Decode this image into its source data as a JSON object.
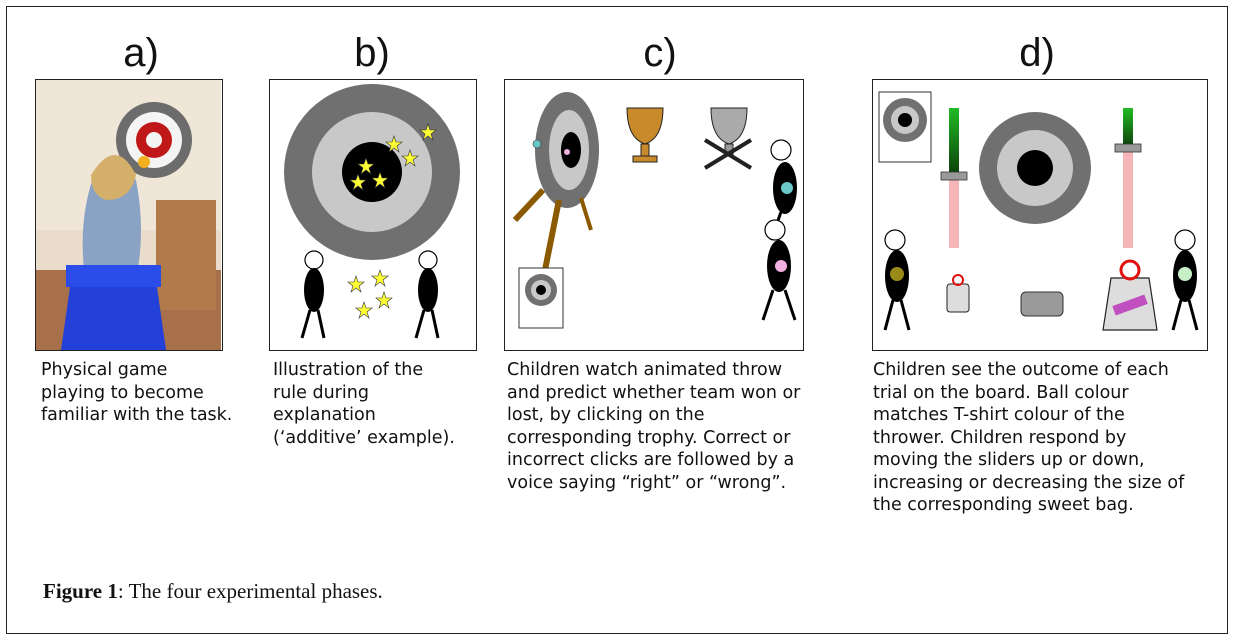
{
  "panels": [
    {
      "letter": "a)",
      "caption_lines": [
        "Physical game",
        "playing to become",
        "familiar with the task."
      ]
    },
    {
      "letter": "b)",
      "caption_lines": [
        "Illustration of the",
        "rule during",
        "explanation",
        "(‘additive’ example)."
      ]
    },
    {
      "letter": "c)",
      "caption_lines": [
        "Children watch animated throw",
        "and predict whether team won or",
        "lost, by clicking on the",
        "corresponding trophy.  Correct or",
        "incorrect clicks are followed by a",
        "voice saying “right” or “wrong”."
      ]
    },
    {
      "letter": "d)",
      "caption_lines": [
        "Children see the outcome of each",
        "trial on the board. Ball colour",
        "matches T-shirt colour of the",
        "thrower.  Children respond by",
        "moving the sliders up or down,",
        "increasing or decreasing the size of",
        "the corresponding sweet bag."
      ]
    }
  ],
  "figure_caption": {
    "label": "Figure 1",
    "text": ": The four experimental phases."
  },
  "colors": {
    "ring_dark": "#707070",
    "ring_light": "#c8c8c8",
    "bull": "#000000",
    "star": "#ffff33",
    "slider_green": "#22bb22",
    "slider_pink": "#f4b6b6",
    "bow_red": "#e01010"
  }
}
